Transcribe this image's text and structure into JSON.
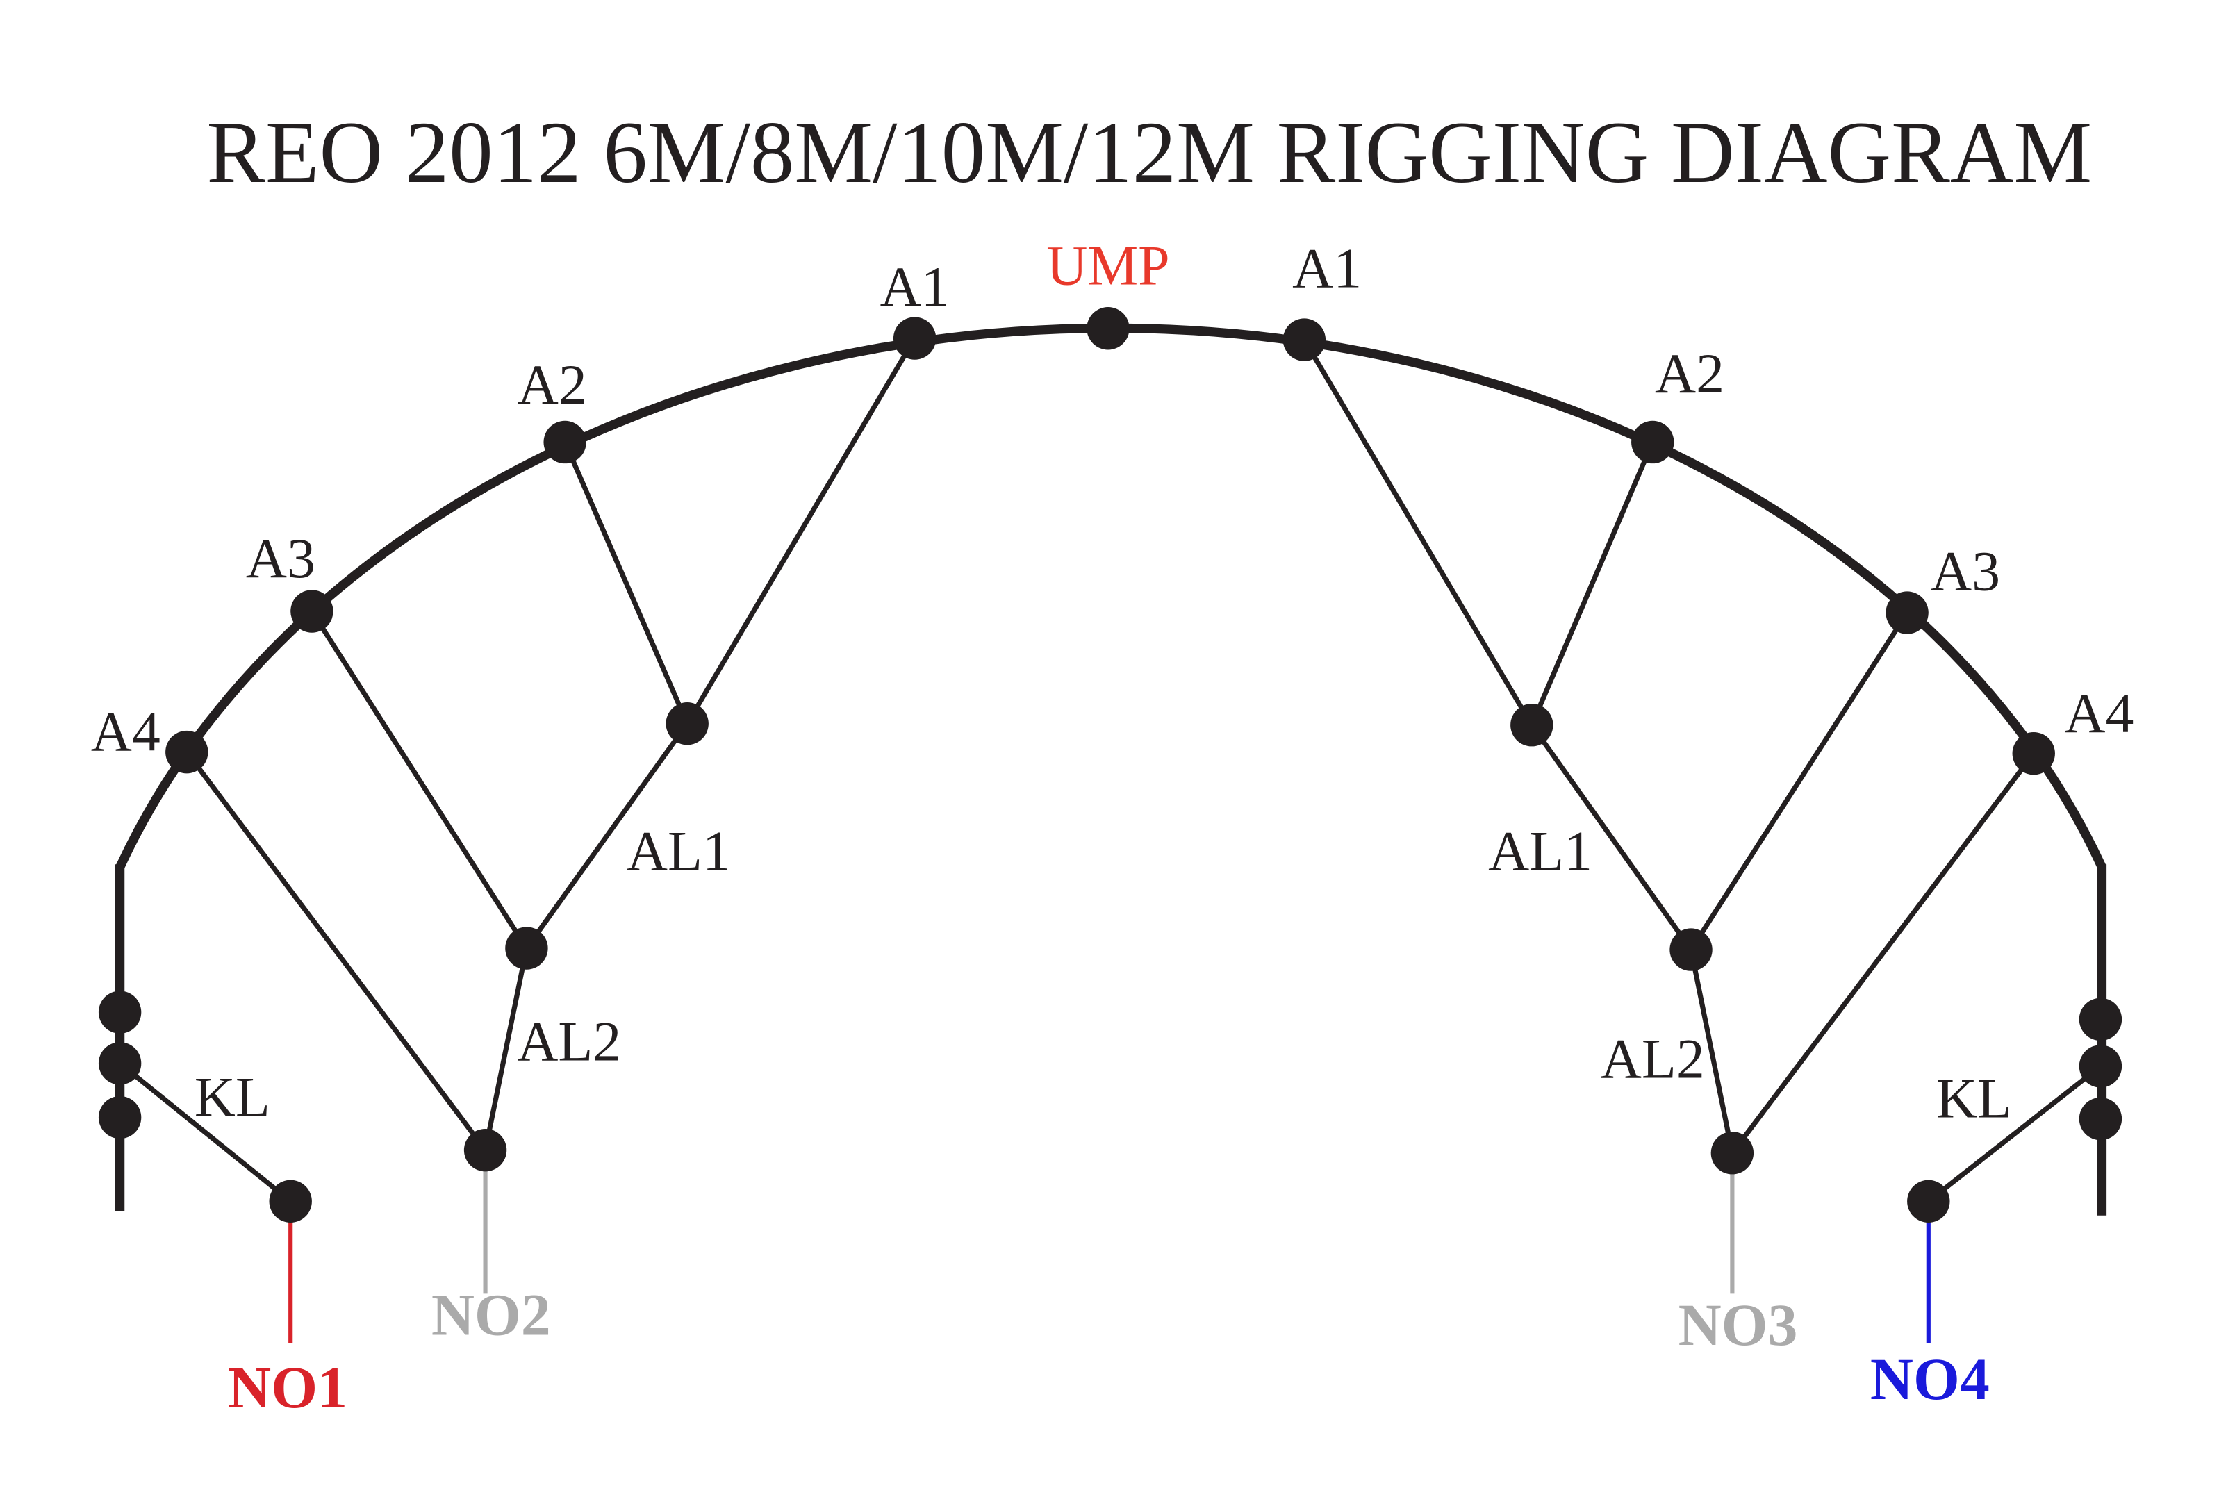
{
  "title": "REO 2012 6M/8M/10M/12M RIGGING DIAGRAM",
  "labels": {
    "ump": "UMP",
    "a1": "A1",
    "a2": "A2",
    "a3": "A3",
    "a4": "A4",
    "al1": "AL1",
    "al2": "AL2",
    "kl": "KL",
    "no1": "NO1",
    "no2": "NO2",
    "no3": "NO3",
    "no4": "NO4"
  },
  "colors": {
    "line": "#231f20",
    "ump": "#e8392b",
    "no1": "#d9232a",
    "no2": "#aaaaaa",
    "no3": "#aaaaaa",
    "no4": "#1a1adb"
  }
}
